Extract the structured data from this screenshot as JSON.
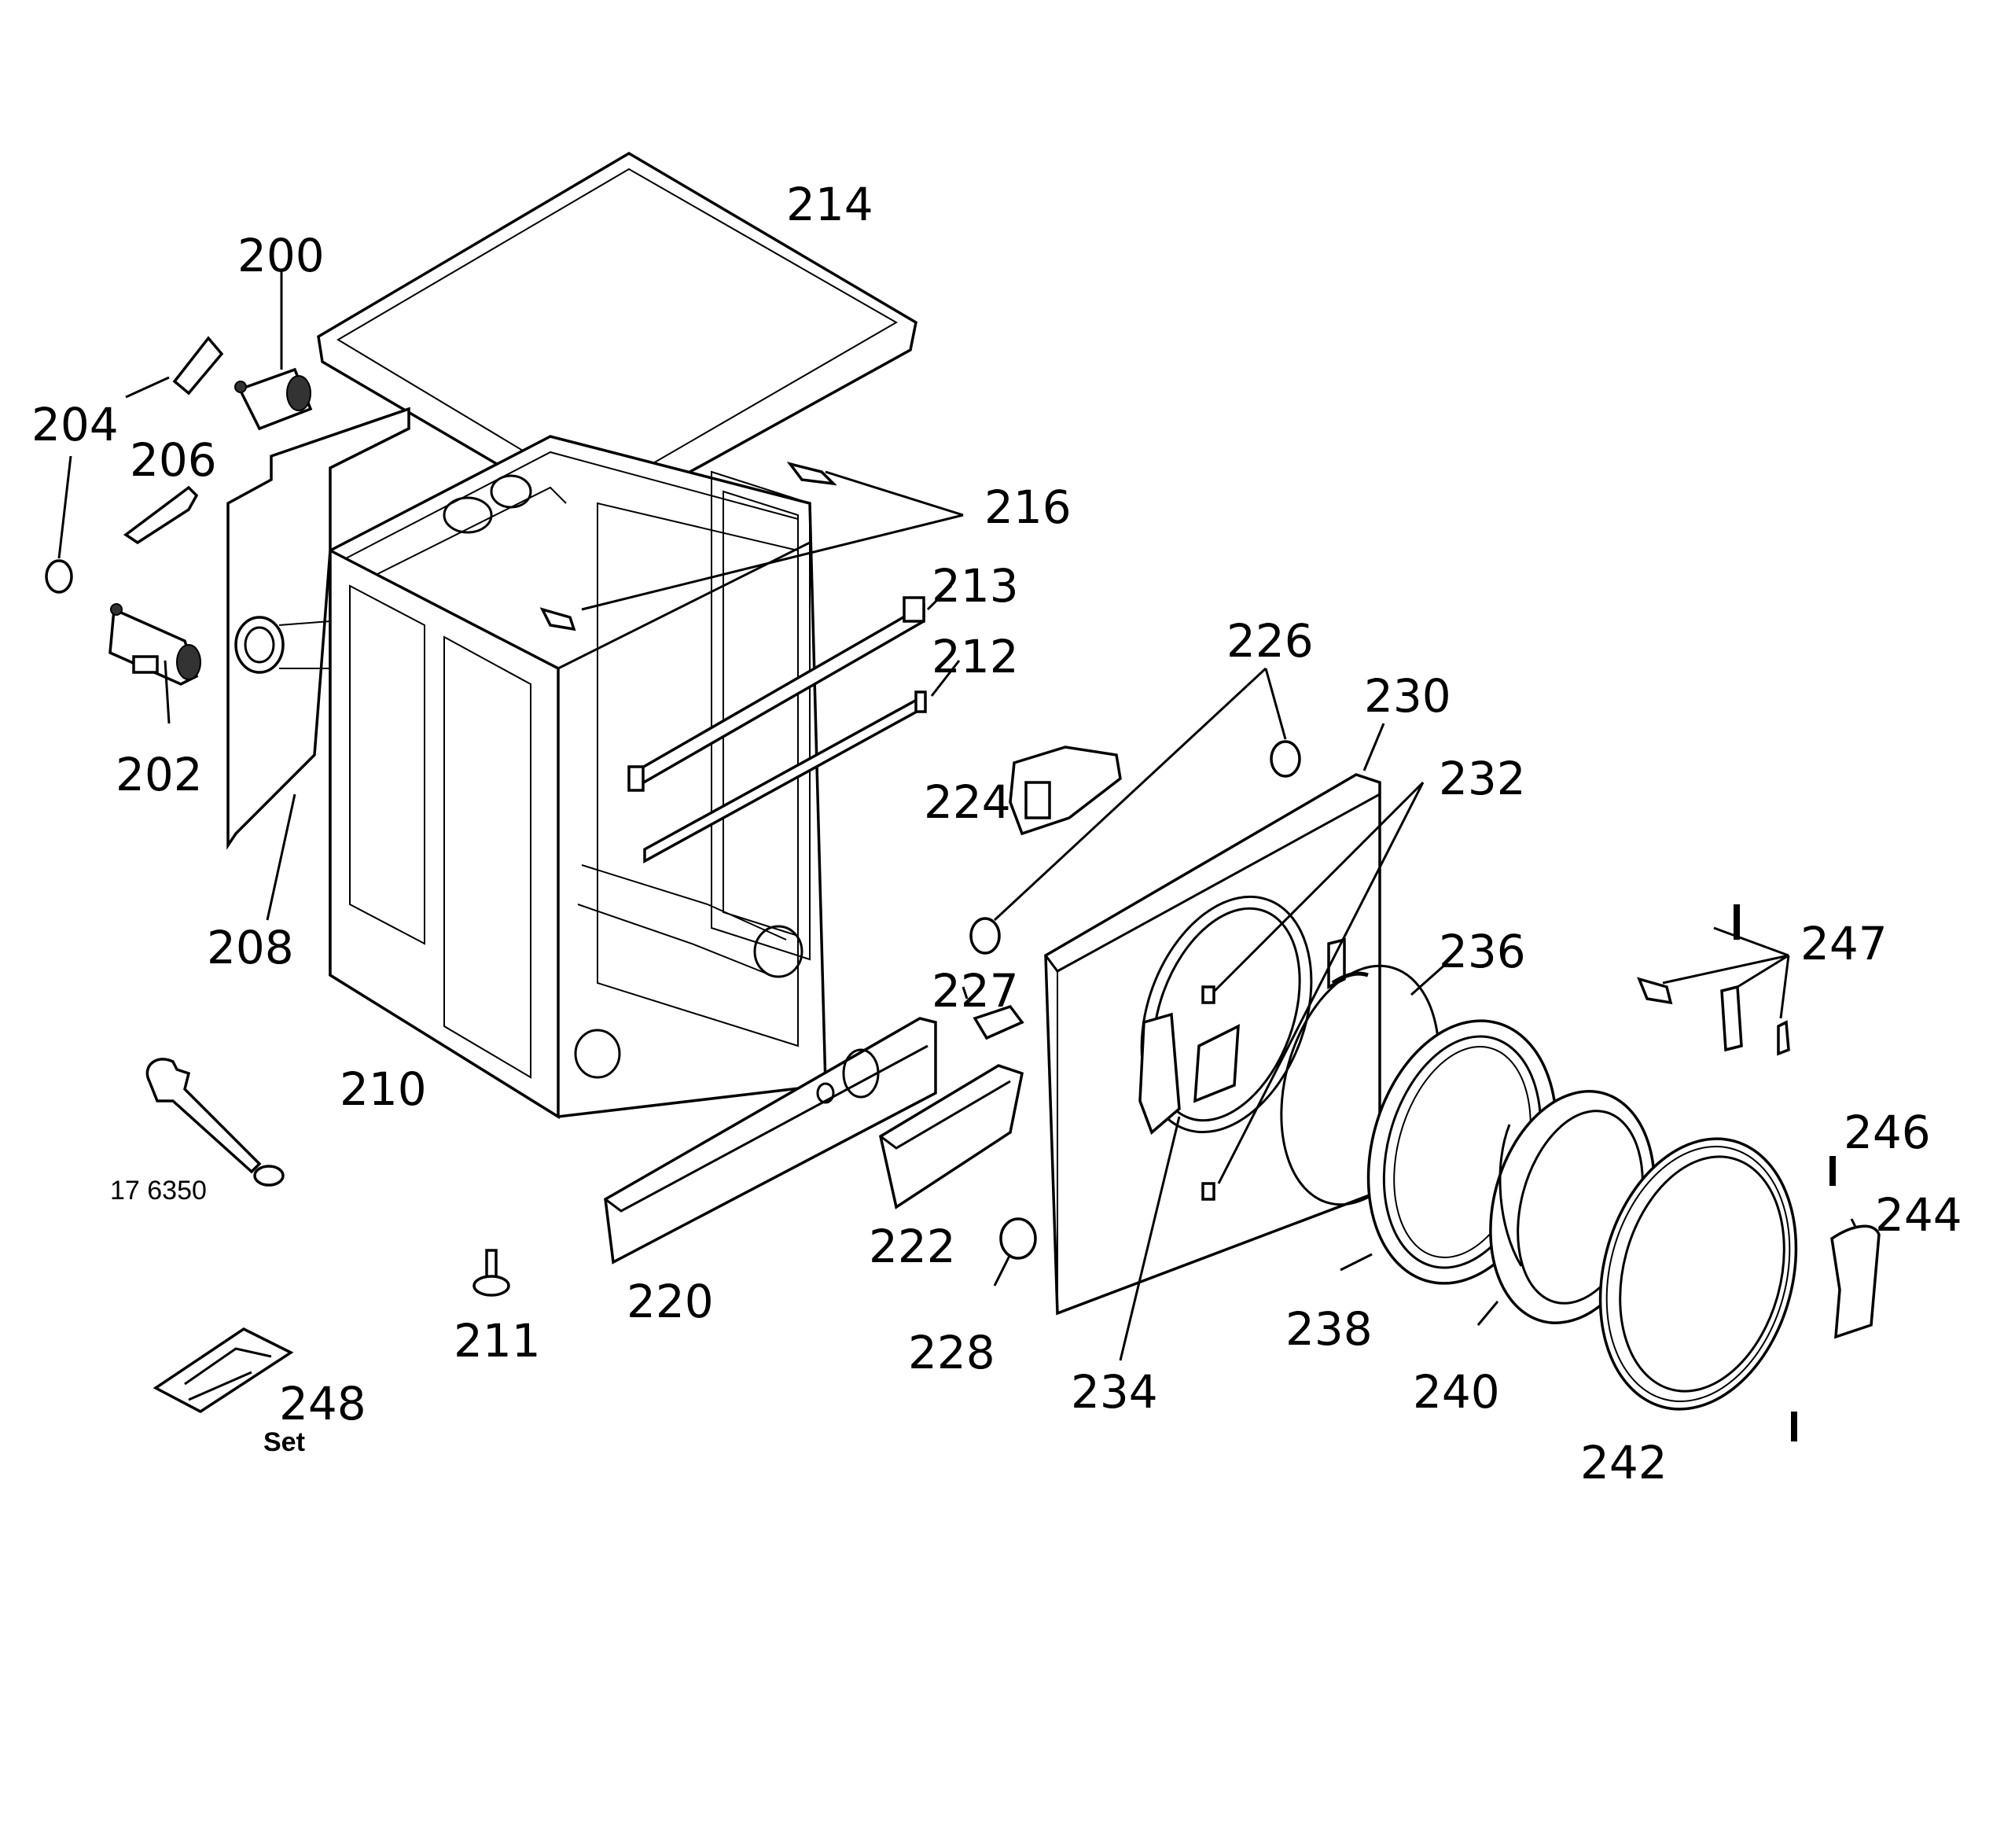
{
  "diagram": {
    "labels": {
      "p200": "200",
      "p202": "202",
      "p204": "204",
      "p206": "206",
      "p208": "208",
      "p210": "210",
      "p211": "211",
      "p212": "212",
      "p213": "213",
      "p214": "214",
      "p216": "216",
      "p220": "220",
      "p222": "222",
      "p224": "224",
      "p226": "226",
      "p227": "227",
      "p228": "228",
      "p230": "230",
      "p232": "232",
      "p234": "234",
      "p236": "236",
      "p238": "238",
      "p240": "240",
      "p242": "242",
      "p244": "244",
      "p246": "246",
      "p247": "247",
      "p248": "248"
    },
    "tool_code": "17 6350",
    "set_label": "Set"
  }
}
